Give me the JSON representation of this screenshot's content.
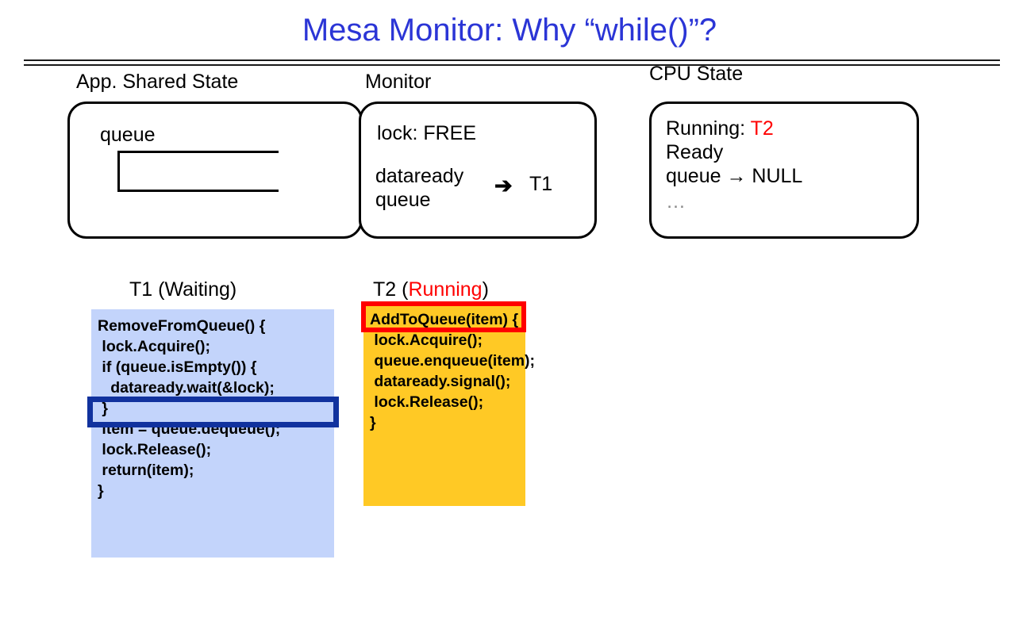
{
  "slide": {
    "title": "Mesa Monitor: Why “while()”?",
    "title_color": "#2B35D6"
  },
  "columns": {
    "app_caption": "App. Shared State",
    "monitor_caption": "Monitor",
    "cpu_caption": "CPU State"
  },
  "app_shared_state": {
    "queue_label": "queue"
  },
  "monitor": {
    "lock_line": "lock: FREE",
    "dataready_label": "dataready",
    "queue_label": "queue",
    "arrow_icon": "➔",
    "waiter": "T1"
  },
  "cpu_state": {
    "running_prefix": "Running: ",
    "running_thread": "T2",
    "running_thread_color": "#FF0000",
    "ready_label": "Ready",
    "ready_queue_line": "queue → NULL",
    "ellipsis": "…"
  },
  "threads": {
    "t1": {
      "label_prefix": "T1 (",
      "label_state": "Waiting",
      "label_suffix": ")",
      "state_color": "#000000",
      "block_color": "#C3D4FB",
      "code": [
        "RemoveFromQueue() {",
        " lock.Acquire();",
        " if (queue.isEmpty()) {",
        "   dataready.wait(&lock);",
        " }",
        " item = queue.dequeue();",
        " lock.Release();",
        " return(item);",
        "}"
      ],
      "highlight_line_index": 3,
      "highlight_color": "#11329E"
    },
    "t2": {
      "label_prefix": "T2 (",
      "label_state": "Running",
      "label_suffix": ")",
      "state_color": "#FF0000",
      "block_color": "#FFC925",
      "code": [
        "AddToQueue(item) {",
        " lock.Acquire();",
        " queue.enqueue(item);",
        " dataready.signal();",
        " lock.Release();",
        "}"
      ],
      "highlight_line_index": 0,
      "highlight_color": "#FF0000"
    }
  }
}
